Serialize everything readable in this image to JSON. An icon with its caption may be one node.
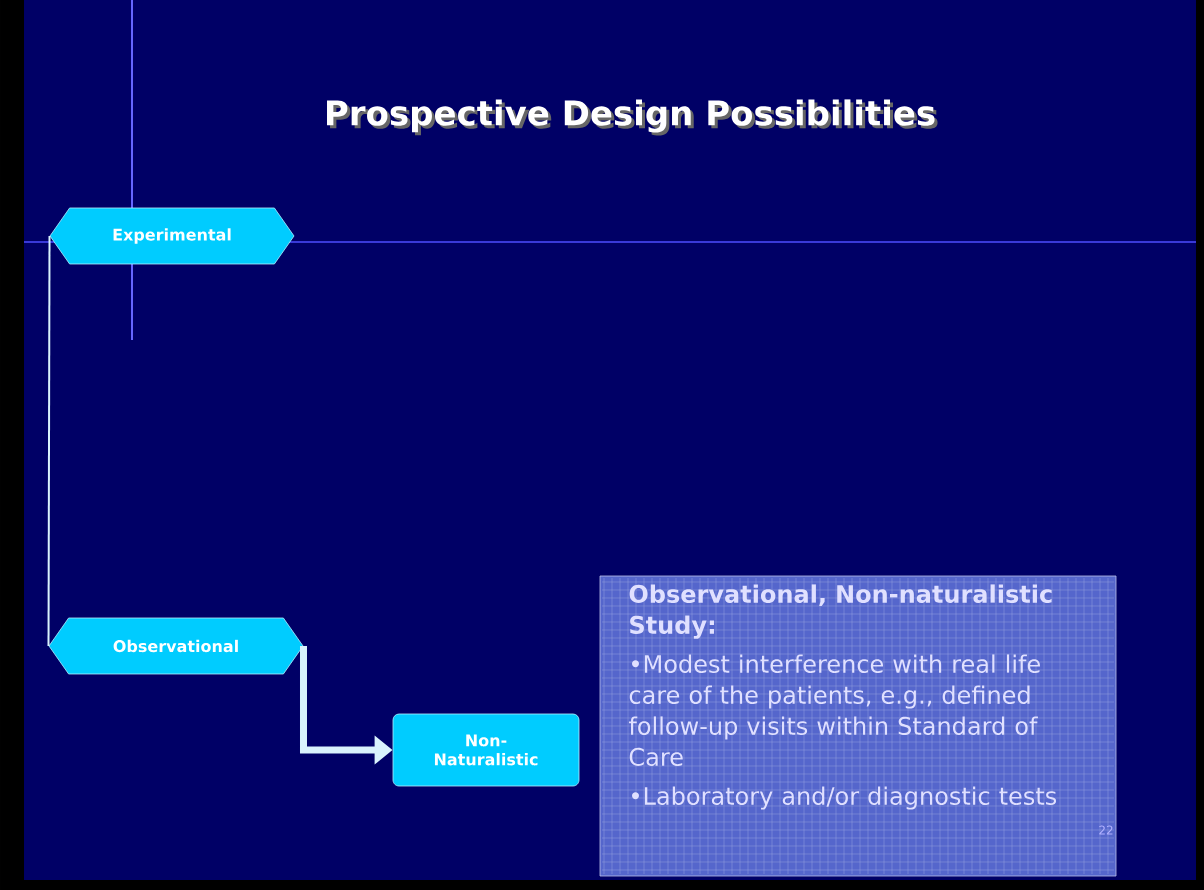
{
  "diagram": {
    "title": "Prospective Design Possibilities",
    "nodes": [
      {
        "text": [
          "Experimental"
        ]
      },
      {
        "text": [
          "Observational"
        ]
      },
      {
        "text": [
          "Non- Naturalistic"
        ]
      },
      {
        "text": [
          "Observational, Non-naturalistic Study:",
          "•Modest interference with real life care of the patients, e.g., defined follow-up visits within Standard of Care",
          "•Laboratory and/or diagnostic tests"
        ]
      }
    ],
    "edges": [
      {
        "from": 0,
        "to": 1,
        "arrow": "none"
      },
      {
        "from": 1,
        "to": 2,
        "arrow": "to",
        "style": "thick"
      }
    ],
    "labels": [
      "22"
    ]
  }
}
